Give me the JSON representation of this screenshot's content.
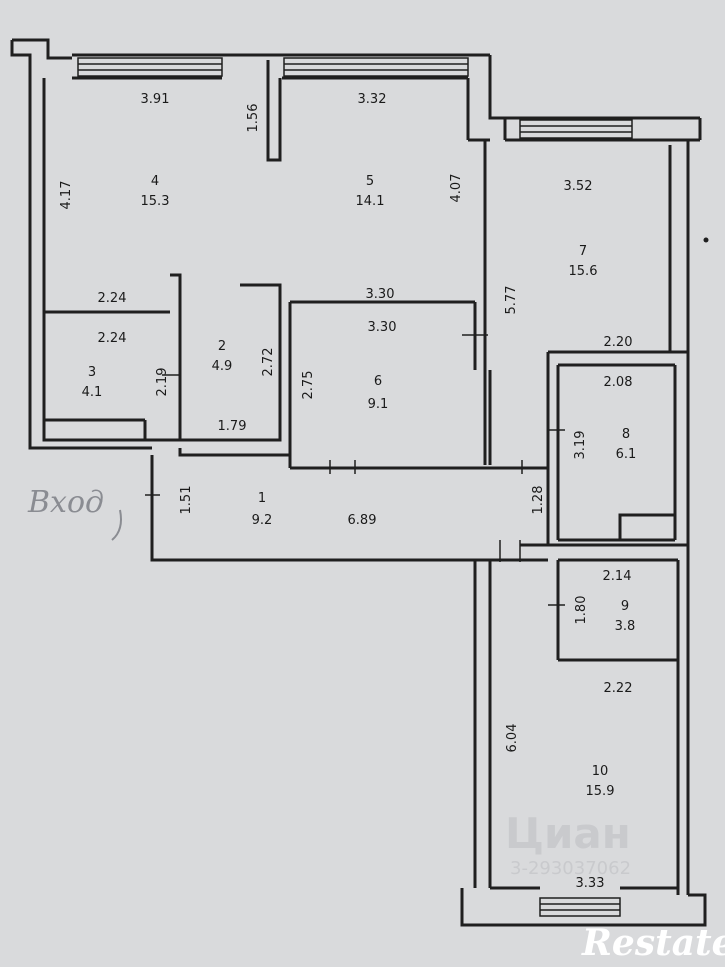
{
  "entrance_label": "Вход",
  "watermark": {
    "text": "Циан",
    "id": "3-293037062"
  },
  "brand": "Restate",
  "rooms": [
    {
      "number": "1",
      "area": "9.2"
    },
    {
      "number": "2",
      "area": "4.9"
    },
    {
      "number": "3",
      "area": "4.1"
    },
    {
      "number": "4",
      "area": "15.3"
    },
    {
      "number": "5",
      "area": "14.1"
    },
    {
      "number": "6",
      "area": "9.1"
    },
    {
      "number": "7",
      "area": "15.6"
    },
    {
      "number": "8",
      "area": "6.1"
    },
    {
      "number": "9",
      "area": "3.8"
    },
    {
      "number": "10",
      "area": "15.9"
    }
  ],
  "dimensions": [
    "3.91",
    "1.56",
    "3.32",
    "4.17",
    "4.07",
    "3.52",
    "2.24",
    "2.24",
    "2.19",
    "2.72",
    "1.79",
    "3.30",
    "3.30",
    "2.75",
    "5.77",
    "2.20",
    "2.08",
    "3.19",
    "1.51",
    "6.89",
    "1.28",
    "2.14",
    "1.80",
    "2.22",
    "6.04",
    "3.33"
  ]
}
